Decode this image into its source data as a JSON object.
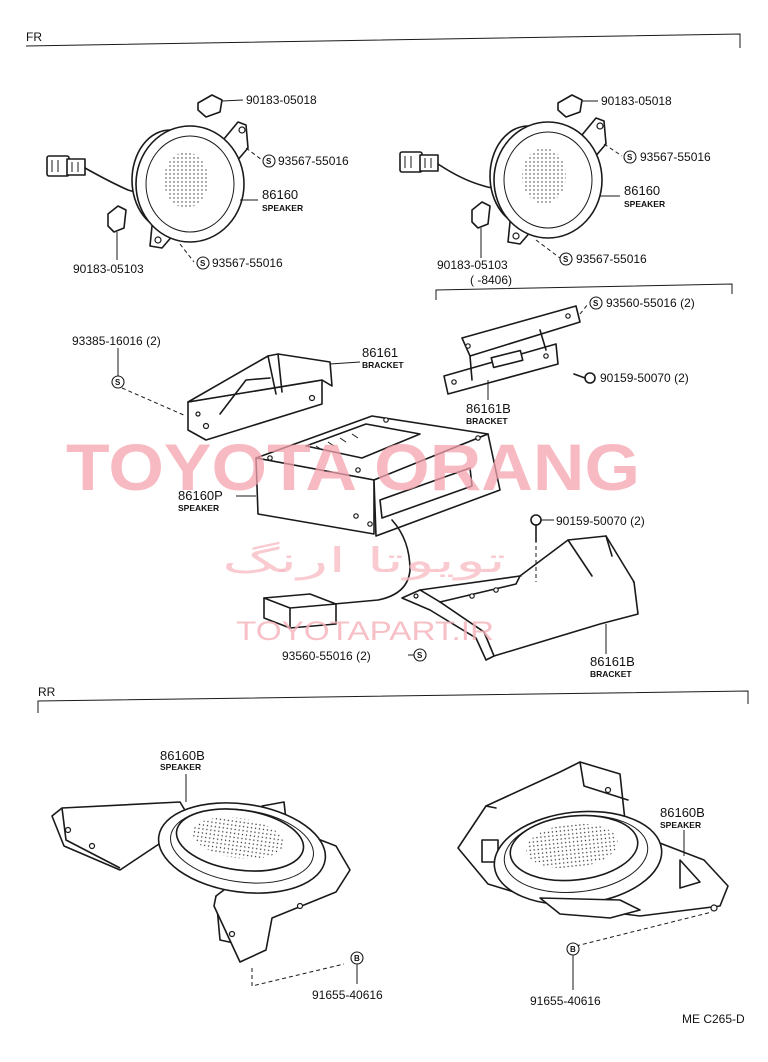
{
  "sections": {
    "front": "FR",
    "rear": "RR"
  },
  "watermark": {
    "brand": "TOYOTA ORANG",
    "persian": "تویوتا ارنگ",
    "url": "TOYOTAPART.IR"
  },
  "fr_left": {
    "clip_top": "90183-05018",
    "screw_top": "93567-55016",
    "speaker_no": "86160",
    "speaker_name": "SPEAKER",
    "clip_bottom": "90183-05103",
    "screw_bottom": "93567-55016"
  },
  "fr_right": {
    "clip_top": "90183-05018",
    "screw_top": "93567-55016",
    "speaker_no": "86160",
    "speaker_name": "SPEAKER",
    "clip_bottom": "90183-05103",
    "date_note": "( -8406)",
    "screw_bottom": "93567-55016"
  },
  "bracket_left": {
    "screw": "93385-16016 (2)",
    "no": "86161",
    "name": "BRACKET"
  },
  "bracket_right_small": {
    "screw_top": "93560-55016 (2)",
    "bolt": "90159-50070 (2)",
    "no": "86161B",
    "name": "BRACKET"
  },
  "center": {
    "speaker_no": "86160P",
    "speaker_name": "SPEAKER",
    "bolt": "90159-50070 (2)",
    "screw": "93560-55016 (2)",
    "bracket_no": "86161B",
    "bracket_name": "BRACKET"
  },
  "rr_left": {
    "speaker_no": "86160B",
    "speaker_name": "SPEAKER",
    "fastener": "91655-40616"
  },
  "rr_right": {
    "speaker_no": "86160B",
    "speaker_name": "SPEAKER",
    "fastener": "91655-40616"
  },
  "symbols": {
    "screw": "S",
    "bolt": "B"
  },
  "footer_code": "ME C265-D"
}
